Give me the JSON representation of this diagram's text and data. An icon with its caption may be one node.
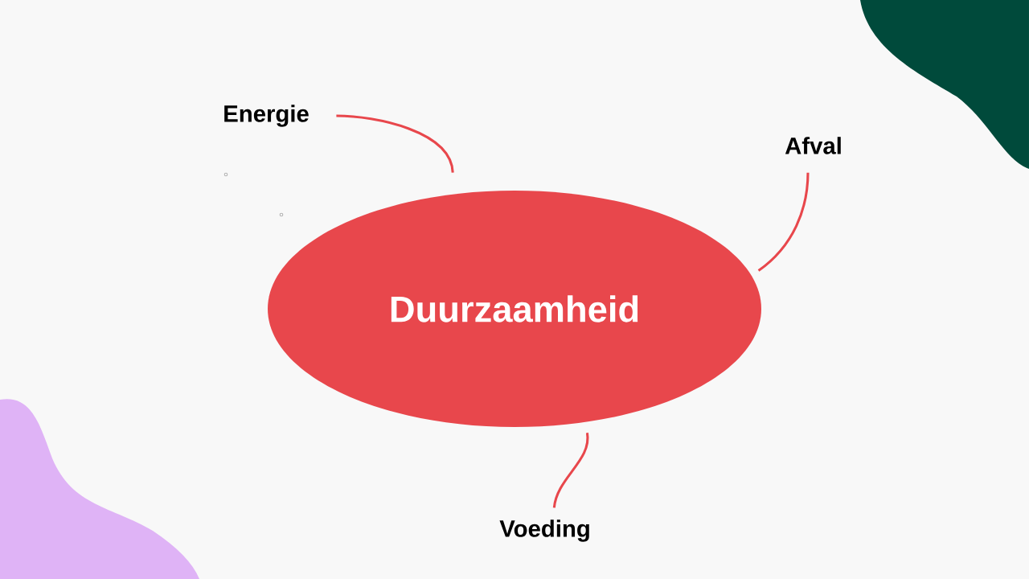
{
  "diagram": {
    "nodes": [
      {
        "text": [
          "Duurzaamheid"
        ]
      },
      {
        "text": [
          "Energie"
        ]
      },
      {
        "text": [
          "Afval"
        ]
      },
      {
        "text": [
          "Voeding"
        ]
      }
    ],
    "edges": [
      {
        "from": 0,
        "to": 1,
        "arrow": "none"
      },
      {
        "from": 0,
        "to": 2,
        "arrow": "none"
      },
      {
        "from": 0,
        "to": 3,
        "arrow": "none"
      }
    ]
  }
}
